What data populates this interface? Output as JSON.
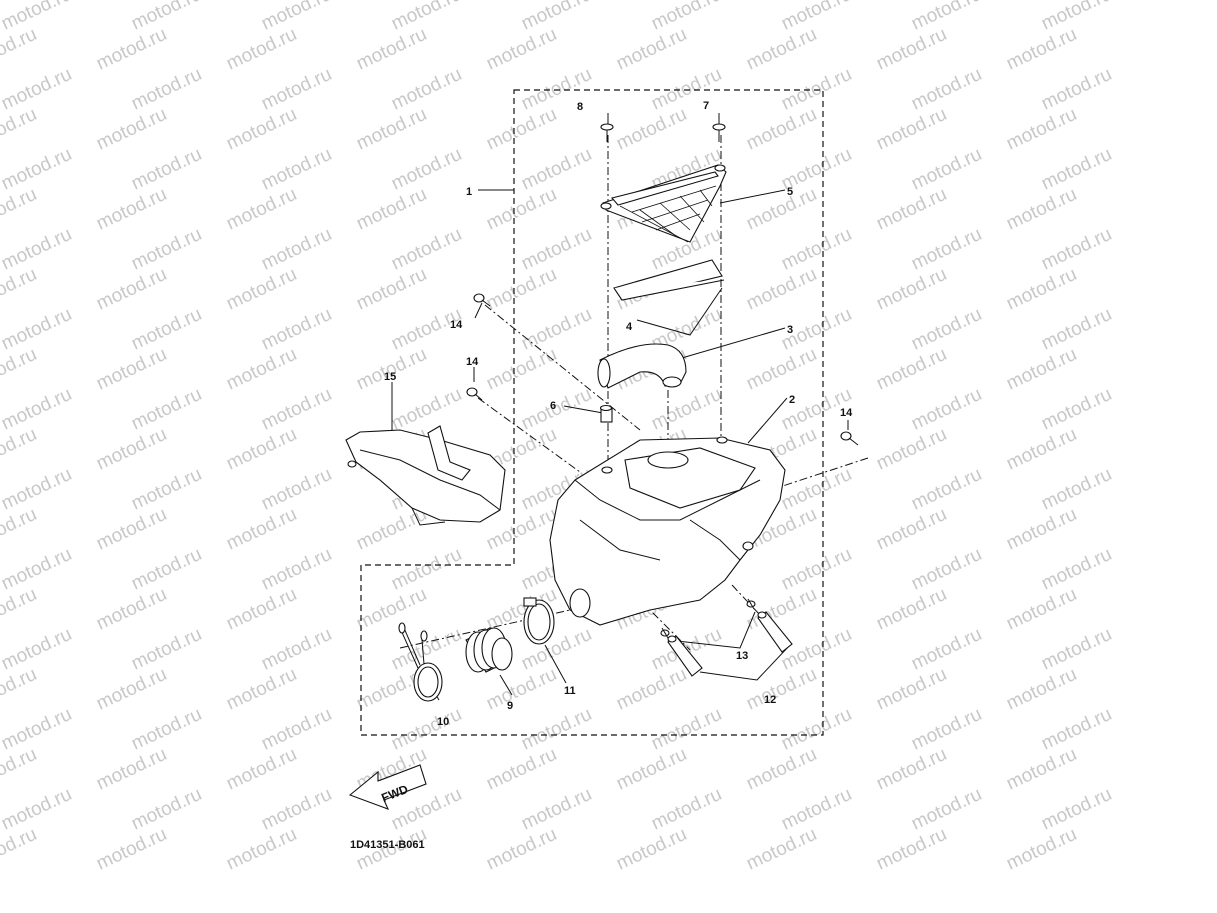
{
  "watermark": {
    "text": "motod.ru"
  },
  "diagram": {
    "code": "1D41351-B061",
    "fwd_label": "FWD",
    "callouts": {
      "c1": "1",
      "c2": "2",
      "c3": "3",
      "c4": "4",
      "c5": "5",
      "c6": "6",
      "c7": "7",
      "c8": "8",
      "c9": "9",
      "c10": "10",
      "c11": "11",
      "c12": "12",
      "c13": "13",
      "c14a": "14",
      "c14b": "14",
      "c14c": "14",
      "c15": "15"
    }
  }
}
